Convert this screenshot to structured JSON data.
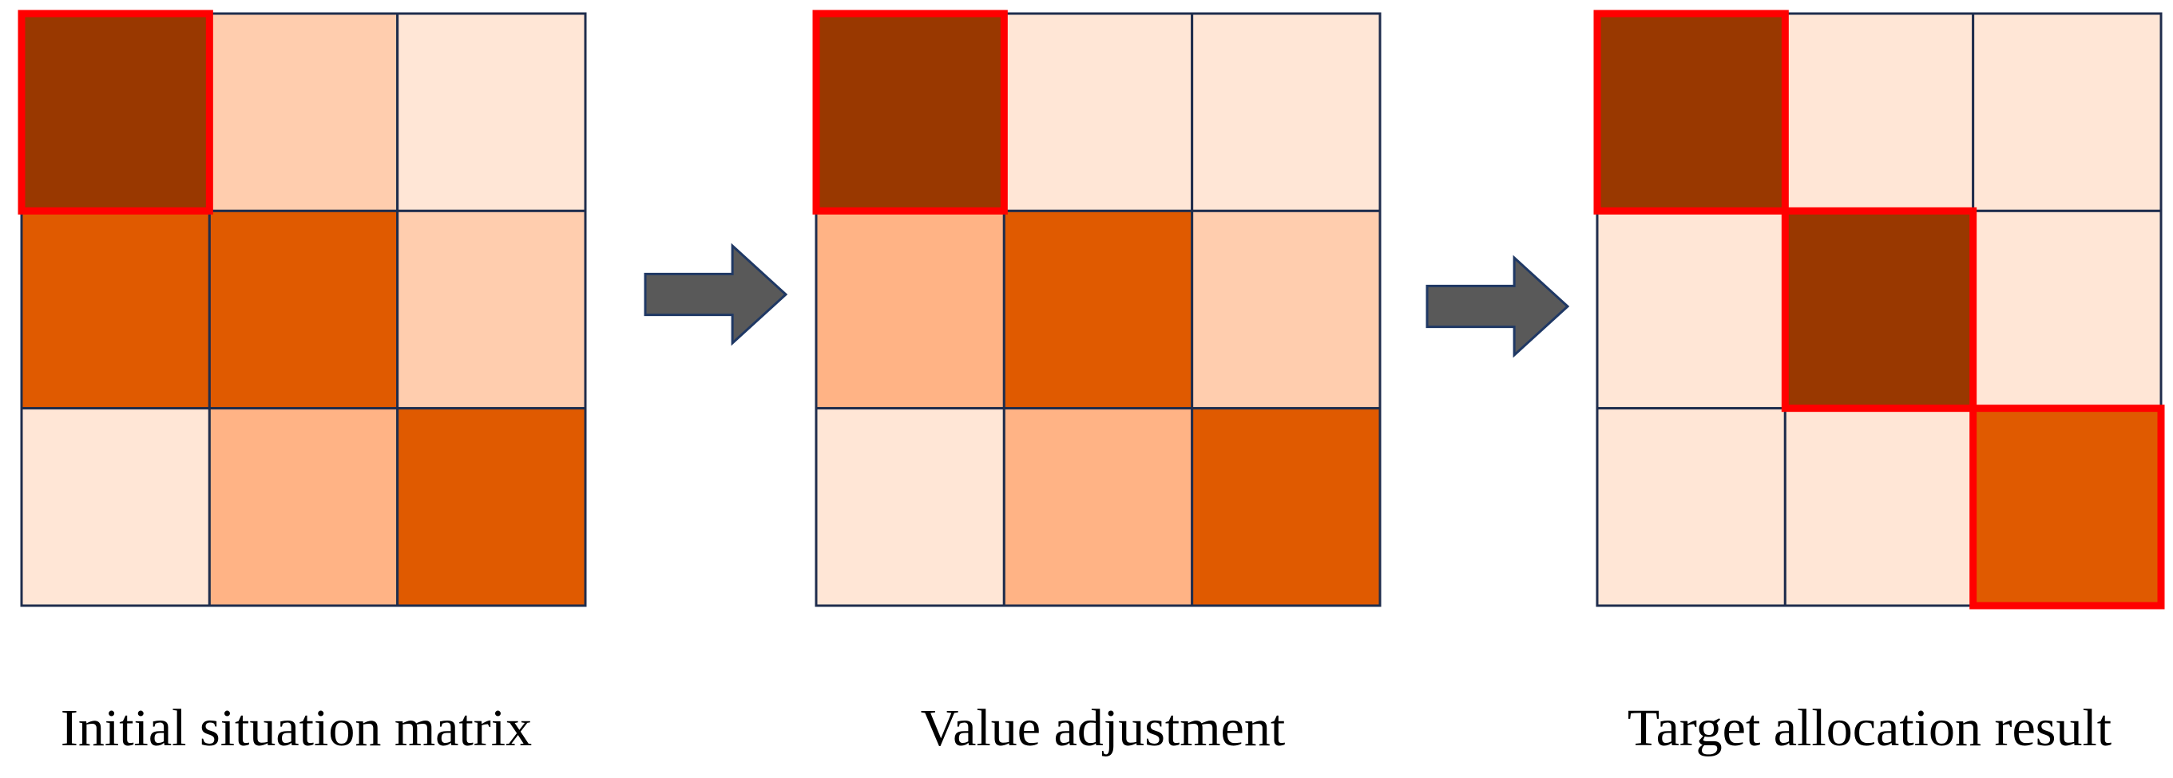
{
  "colors": {
    "darkest": "#993800",
    "dark": "#E05A00",
    "medium": "#FFB385",
    "light": "#FFCDAE",
    "lightest": "#FFE6D6",
    "grid_line": "#1F2D4D",
    "highlight": "#FF0000",
    "arrow_fill": "#595959",
    "arrow_stroke": "#1F3864"
  },
  "matrices": [
    {
      "name": "initial-situation-matrix",
      "caption": "Initial situation matrix",
      "cells": [
        [
          "darkest",
          "light",
          "lightest"
        ],
        [
          "dark",
          "dark",
          "light"
        ],
        [
          "lightest",
          "medium",
          "dark"
        ]
      ],
      "highlighted": [
        [
          0,
          0
        ]
      ]
    },
    {
      "name": "value-adjustment-matrix",
      "caption": "Value adjustment",
      "cells": [
        [
          "darkest",
          "lightest",
          "lightest"
        ],
        [
          "medium",
          "dark",
          "light"
        ],
        [
          "lightest",
          "medium",
          "dark"
        ]
      ],
      "highlighted": [
        [
          0,
          0
        ]
      ]
    },
    {
      "name": "target-allocation-matrix",
      "caption": "Target allocation result",
      "cells": [
        [
          "darkest",
          "lightest",
          "lightest"
        ],
        [
          "lightest",
          "darkest",
          "lightest"
        ],
        [
          "lightest",
          "lightest",
          "dark"
        ]
      ],
      "highlighted": [
        [
          0,
          0
        ],
        [
          1,
          1
        ],
        [
          2,
          2
        ]
      ]
    }
  ],
  "arrows": [
    {
      "name": "arrow-right-icon"
    },
    {
      "name": "arrow-right-icon"
    }
  ]
}
